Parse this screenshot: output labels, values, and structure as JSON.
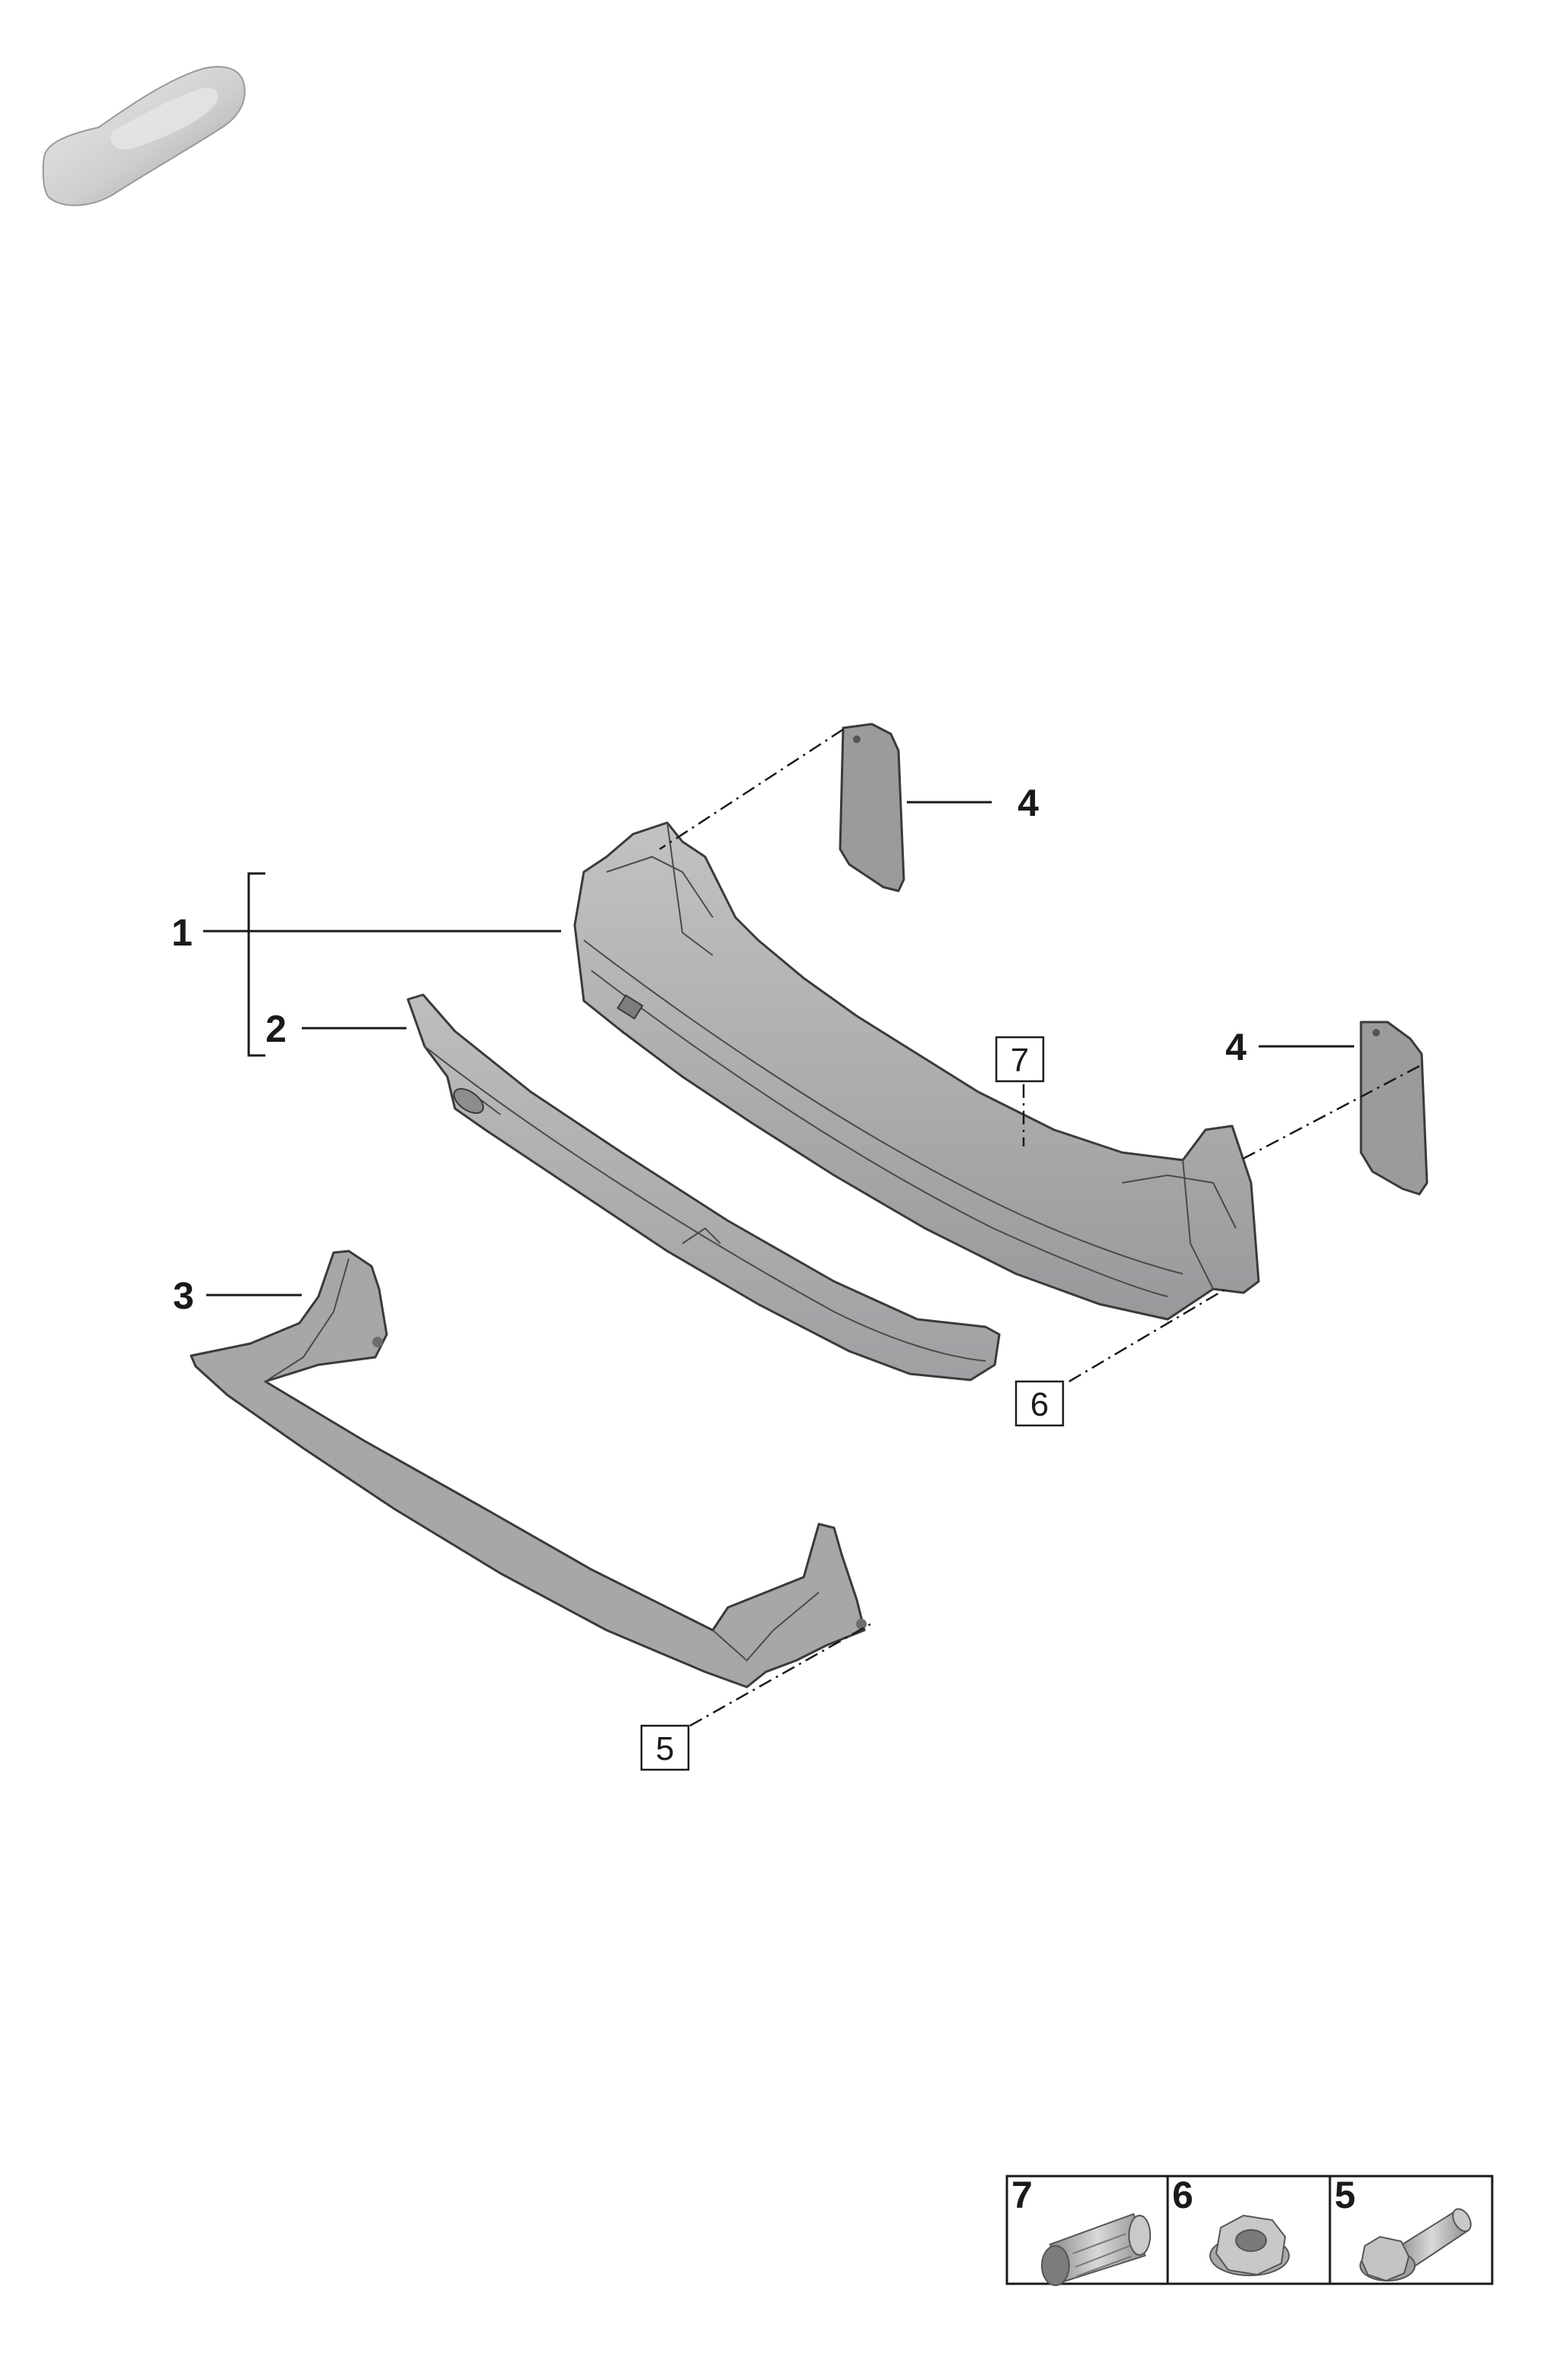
{
  "colors": {
    "part_fill": "#a9a9ab",
    "part_fill_light": "#c4c4c6",
    "part_fill_dark": "#8d8d90",
    "car_fill": "#d4d4d4",
    "line": "#1a1a1a"
  },
  "callouts": {
    "p1": "1",
    "p2": "2",
    "p3": "3",
    "p4_top": "4",
    "p4_right": "4",
    "p5": "5",
    "p6": "6",
    "p7": "7"
  },
  "legend": [
    {
      "number": "7",
      "icon": "rivet-nut-icon"
    },
    {
      "number": "6",
      "icon": "hex-flange-nut-icon"
    },
    {
      "number": "5",
      "icon": "hex-flange-bolt-icon"
    }
  ]
}
